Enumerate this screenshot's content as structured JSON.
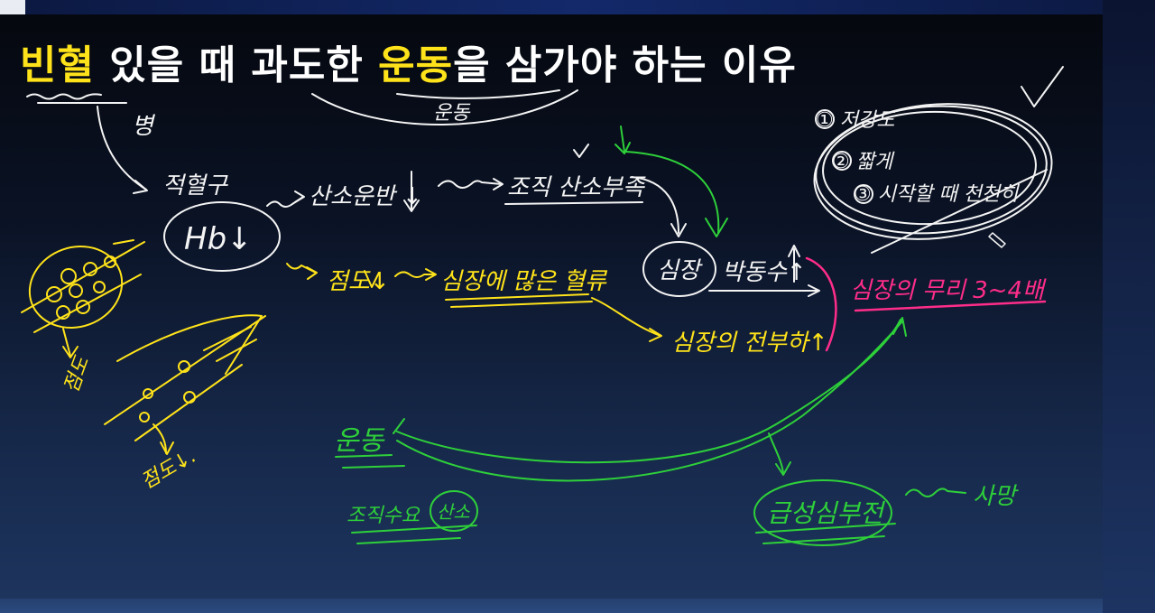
{
  "colors": {
    "title_highlight": "#ffe31a",
    "ink_white": "#f4f4f4",
    "ink_yellow": "#ffe31a",
    "ink_green": "#2ed03a",
    "ink_pink": "#ff2d8a"
  },
  "title": {
    "part1": "빈혈",
    "part2": " 있을 때 과도한 ",
    "part3": "운동",
    "part4": "을 삼가야 하는 이유"
  },
  "notes": {
    "byeong": "병",
    "exercise_top": "운동",
    "rbc": "적혈구",
    "hb": "Hb↓",
    "oxygen_transport": "산소운반 ↓",
    "tissue_o2": "조직 산소부족",
    "heart": "심장",
    "heart_rate": "박동수↑",
    "viscosity": "점도↓",
    "heart_blood": "심장에 많은 혈류",
    "heart_burden": "심장의 전부하↑",
    "heart_burden_3_4": "심장의 무리 3~4배",
    "viscosity_left1": "점도",
    "viscosity_left2": "점도↓.",
    "exercise_green": "운동",
    "o2_demand": "조직수요",
    "o2_circle": "산소",
    "heart_failure": "급성심부전",
    "death": "사망",
    "list_1": "① 저강도",
    "list_2": "② 짧게",
    "list_3": "③ 시작할 때 천천히"
  }
}
